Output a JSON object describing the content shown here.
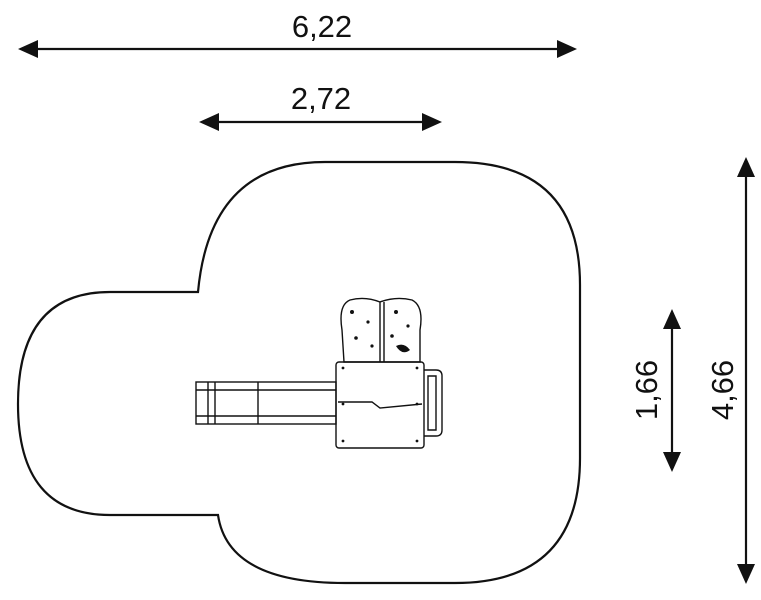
{
  "dimensions": {
    "overall_width": "6,22",
    "inner_width": "2,72",
    "inner_depth": "1,66",
    "overall_depth": "4,66"
  }
}
